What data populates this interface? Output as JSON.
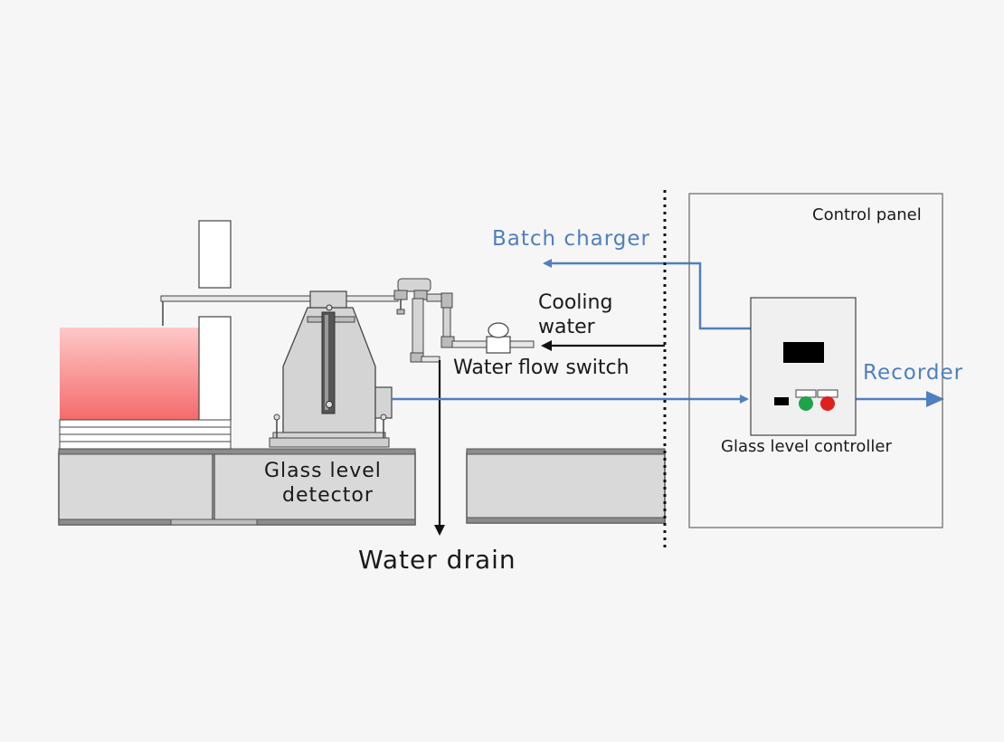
{
  "labels": {
    "control_panel": "Control panel",
    "batch_charger": "Batch charger",
    "cooling_water_1": "Cooling",
    "cooling_water_2": "water",
    "water_flow_switch": "Water flow switch",
    "recorder": "Recorder",
    "glass_level_controller": "Glass level controller",
    "glass_level_detector_1": "Glass level",
    "glass_level_detector_2": "detector",
    "water_drain": "Water drain"
  },
  "colors": {
    "signal_blue": "#4f7fbf",
    "glass_melt_top": "#ffc8c8",
    "glass_melt_bottom": "#f46a6a",
    "indicator_green": "#1fa34a",
    "indicator_red": "#e0201b"
  },
  "icons": {
    "indicator_left": "black-lamp",
    "indicator_center": "green-lamp",
    "indicator_right": "red-lamp"
  }
}
